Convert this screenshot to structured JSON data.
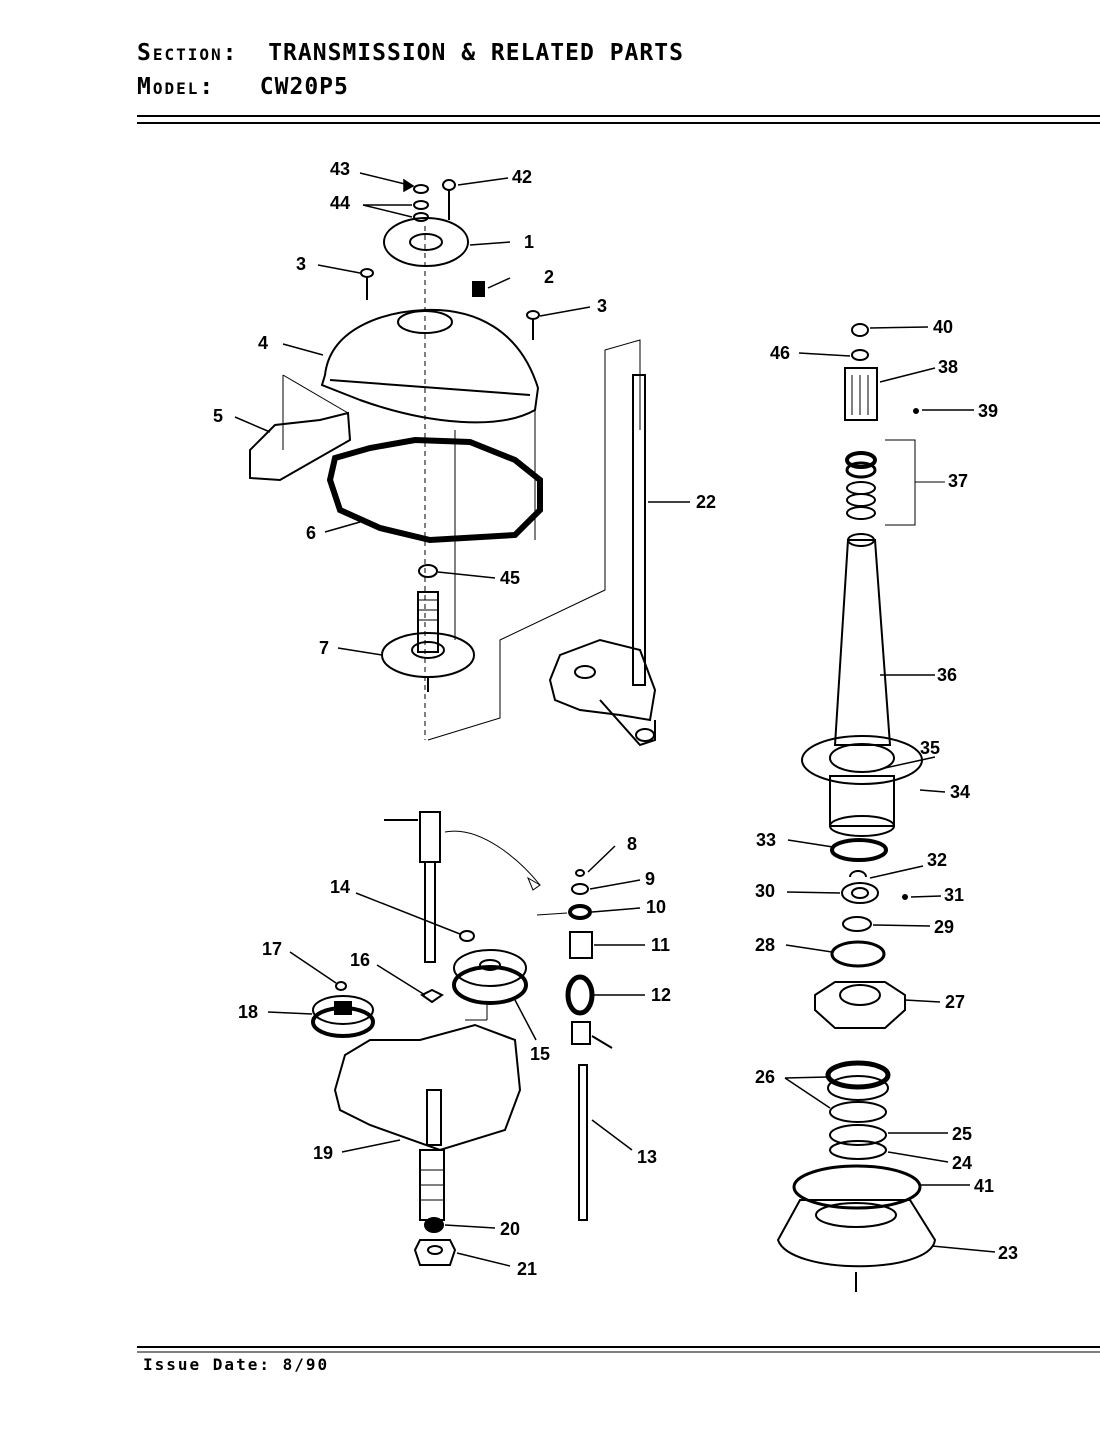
{
  "header": {
    "section_label": "Section:",
    "section_value": "TRANSMISSION & RELATED PARTS",
    "model_label": "Model:",
    "model_value": "CW20P5"
  },
  "footer": {
    "issue_date": "Issue Date: 8/90"
  },
  "callouts": [
    "1",
    "2",
    "3",
    "3",
    "4",
    "5",
    "6",
    "7",
    "8",
    "9",
    "10",
    "11",
    "12",
    "13",
    "14",
    "15",
    "16",
    "17",
    "18",
    "19",
    "20",
    "21",
    "22",
    "23",
    "24",
    "25",
    "26",
    "27",
    "28",
    "29",
    "30",
    "31",
    "32",
    "33",
    "34",
    "35",
    "36",
    "37",
    "38",
    "39",
    "40",
    "41",
    "42",
    "43",
    "44",
    "45",
    "46"
  ]
}
